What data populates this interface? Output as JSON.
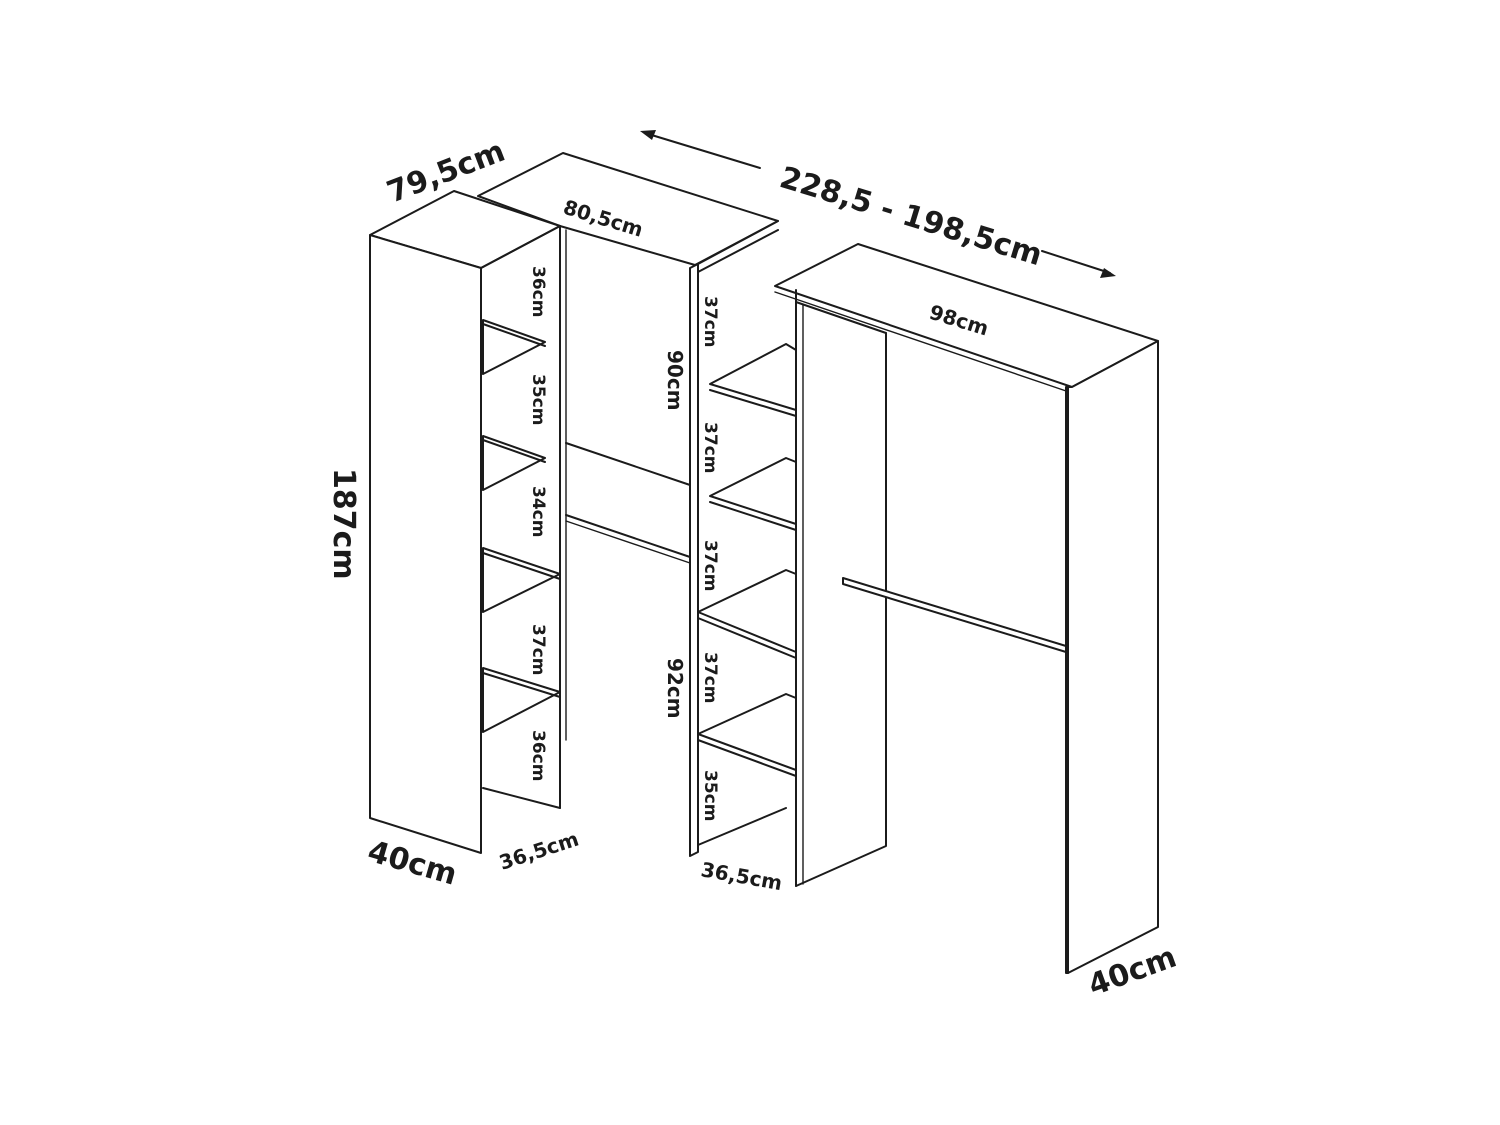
{
  "diagram": {
    "dimensions": {
      "total_width": "228,5 - 198,5cm",
      "left_depth": "79,5cm",
      "height": "187cm",
      "left_base": "40cm",
      "right_base": "40cm",
      "left_unit_width": "80,5cm",
      "right_unit_width": "98cm",
      "left_shelf_depth": "36,5cm",
      "middle_shelf_depth": "36,5cm",
      "upper_hanging_height": "90cm",
      "lower_hanging_height": "92cm"
    },
    "left_shelf_heights": [
      "36cm",
      "35cm",
      "34cm",
      "37cm",
      "36cm"
    ],
    "middle_shelf_heights": [
      "37cm",
      "37cm",
      "37cm",
      "37cm",
      "35cm"
    ]
  }
}
